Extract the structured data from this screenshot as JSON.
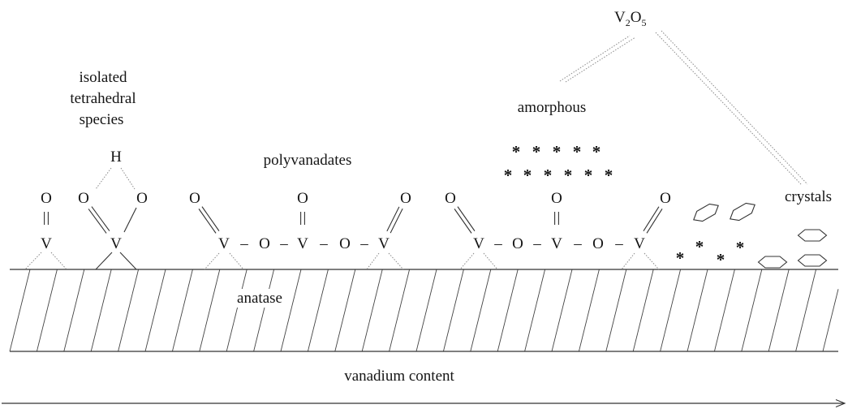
{
  "formula": {
    "element1": "V",
    "sub1": "2",
    "element2": "O",
    "sub2": "5"
  },
  "labels": {
    "isolated_species": [
      "isolated",
      "tetrahedral",
      "species"
    ],
    "hydrogen": "H",
    "polyvanadates": "polyvanadates",
    "amorphous": "amorphous",
    "crystals": "crystals",
    "support": "anatase",
    "axis": "vanadium content"
  },
  "atoms": {
    "oxygen": "O",
    "vanadium": "V",
    "bond": "–"
  },
  "marks": {
    "asterisk": "*"
  }
}
